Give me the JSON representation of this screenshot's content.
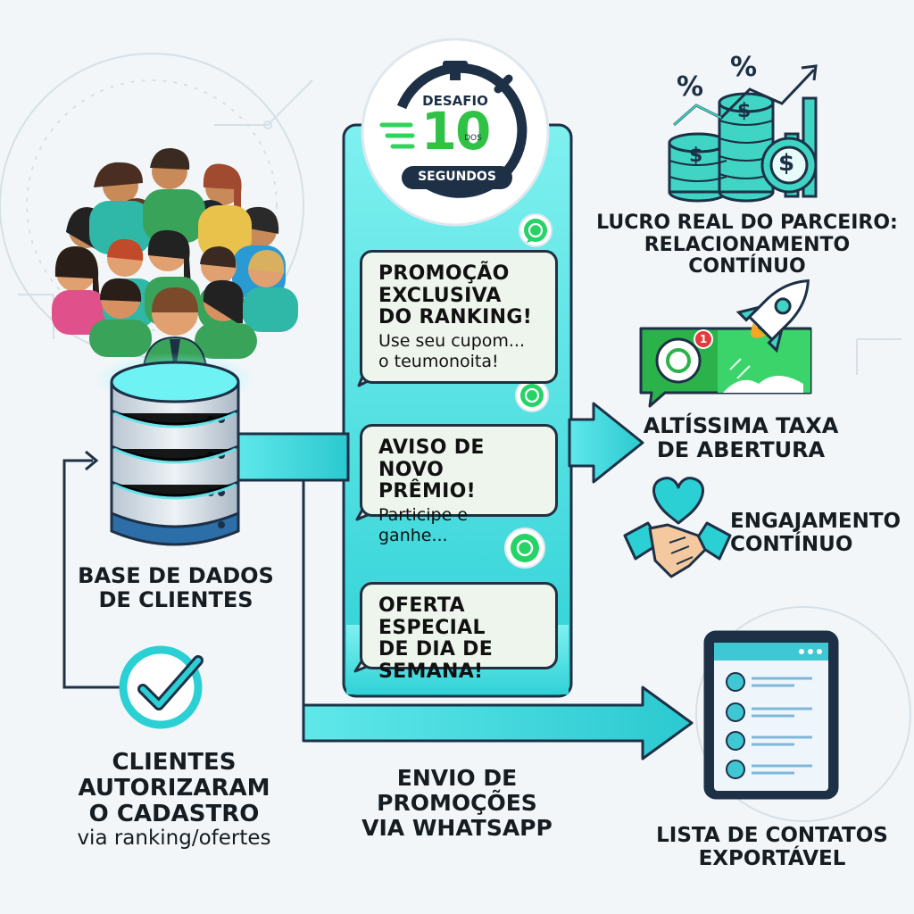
{
  "logo": {
    "line1": "DESAFIO",
    "number": "10",
    "dos": "DOS",
    "line3": "SEGUNDOS"
  },
  "database": {
    "label_line1": "BASE DE DADOS",
    "label_line2": "DE CLIENTES"
  },
  "authorization": {
    "line1": "CLIENTES",
    "line2": "AUTORIZARAM",
    "line3": "O CADASTRO",
    "subtitle": "via ranking/ofertes"
  },
  "messages": [
    {
      "title_lines": [
        "PROMOÇÃO",
        "EXCLUSIVA",
        "DO RANKING!"
      ],
      "body_lines": [
        "Use seu cupom...",
        "o teumonoita!"
      ]
    },
    {
      "title_lines": [
        "AVISO DE NOVO",
        "PRÊMIO!"
      ],
      "body_lines": [
        "Participe e ganhe..."
      ]
    },
    {
      "title_lines": [
        "OFERTA ESPECIAL",
        "DE DIA DE",
        "SEMANA!"
      ],
      "body_lines": []
    }
  ],
  "channel": {
    "line1": "ENVIO DE",
    "line2": "PROMOÇÕES",
    "line3": "VIA WHATSAPP"
  },
  "benefits": {
    "profit_line1": "LUCRO REAL DO PARCEIRO:",
    "profit_line2": "RELACIONAMENTO CONTÍNUO",
    "open_rate_line1": "ALTÍSSIMA TAXA",
    "open_rate_line2": "DE ABERTURA",
    "notification_count": "1",
    "engagement_line1": "ENGAJAMENTO",
    "engagement_line2": "CONTÍNUO",
    "export_line1": "LISTA DE CONTATOS",
    "export_line2": "EXPORTÁVEL"
  },
  "percent_symbol": "%",
  "dollar_symbol": "$",
  "colors": {
    "teal": "#2fd7d9",
    "dark": "#1d3046",
    "green": "#2aa84a",
    "whatsapp": "#25d366",
    "background": "#f2f6f8"
  }
}
